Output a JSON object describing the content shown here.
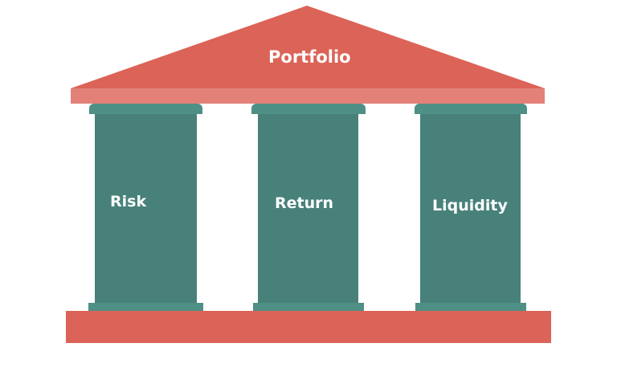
{
  "roof": {
    "label": "Portfolio"
  },
  "pillars": [
    {
      "label": "Risk"
    },
    {
      "label": "Return"
    },
    {
      "label": "Liquidity"
    }
  ],
  "colors": {
    "roof": "#dc6357",
    "beam": "#e38178",
    "pillar": "#47817a",
    "pillar_cap": "#4e8f86",
    "base": "#dc6357"
  }
}
